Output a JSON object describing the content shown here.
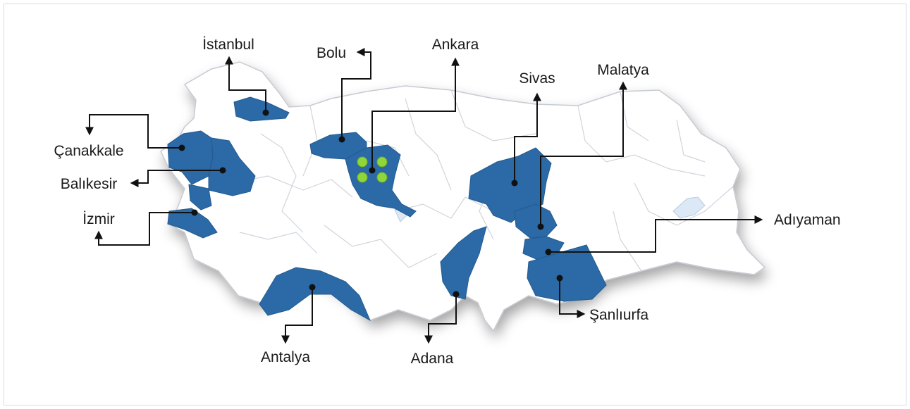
{
  "colors": {
    "highlight": "#2b6aa6",
    "map_fill": "#ffffff",
    "border": "#c6cad2",
    "water": "#dce8f6",
    "cluster_dot": "#8fd63a",
    "line": "#111111"
  },
  "labels": {
    "istanbul": "İstanbul",
    "bolu": "Bolu",
    "ankara": "Ankara",
    "sivas": "Sivas",
    "malatya": "Malatya",
    "canakkale": "Çanakkale",
    "balikesir": "Balıkesir",
    "izmir": "İzmir",
    "adiyaman": "Adıyaman",
    "sanliurfa": "Şanlıurfa",
    "antalya": "Antalya",
    "adana": "Adana"
  }
}
